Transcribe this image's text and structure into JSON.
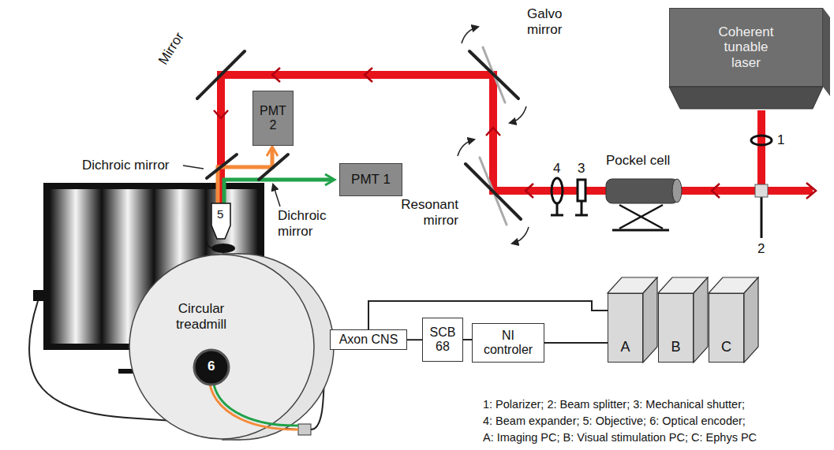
{
  "diagram": {
    "nodes": [
      {
        "text": [
          "Coherent tunable laser"
        ]
      },
      {
        "text": [
          "PMT 2"
        ]
      },
      {
        "text": [
          "PMT 1"
        ]
      },
      {
        "text": [
          "Circular treadmill"
        ]
      },
      {
        "text": [
          "Axon CNS"
        ]
      },
      {
        "text": [
          "SCB 68"
        ]
      },
      {
        "text": [
          "NI controler"
        ]
      },
      {
        "text": [
          "A"
        ]
      },
      {
        "text": [
          "B"
        ]
      },
      {
        "text": [
          "C"
        ]
      }
    ],
    "edges": [
      {
        "from": 4,
        "to": 5,
        "arrow": "none"
      },
      {
        "from": 5,
        "to": 6,
        "arrow": "none"
      },
      {
        "from": 6,
        "to": 7,
        "arrow": "none"
      },
      {
        "from": 4,
        "to": 7,
        "arrow": "none"
      }
    ],
    "labels": [
      "Mirror",
      "Galvo mirror",
      "Resonant mirror",
      "Pockel cell",
      "1",
      "2",
      "3",
      "4",
      "Dichroic mirror",
      "Dichroic mirror",
      "5",
      "6",
      "1: Polarizer; 2: Beam splitter; 3: Mechanical shutter;",
      "4: Beam expander; 5: Objective; 6: Optical encoder;",
      "A: Imaging PC; B: Visual stimulation PC; C: Ephys PC"
    ]
  }
}
